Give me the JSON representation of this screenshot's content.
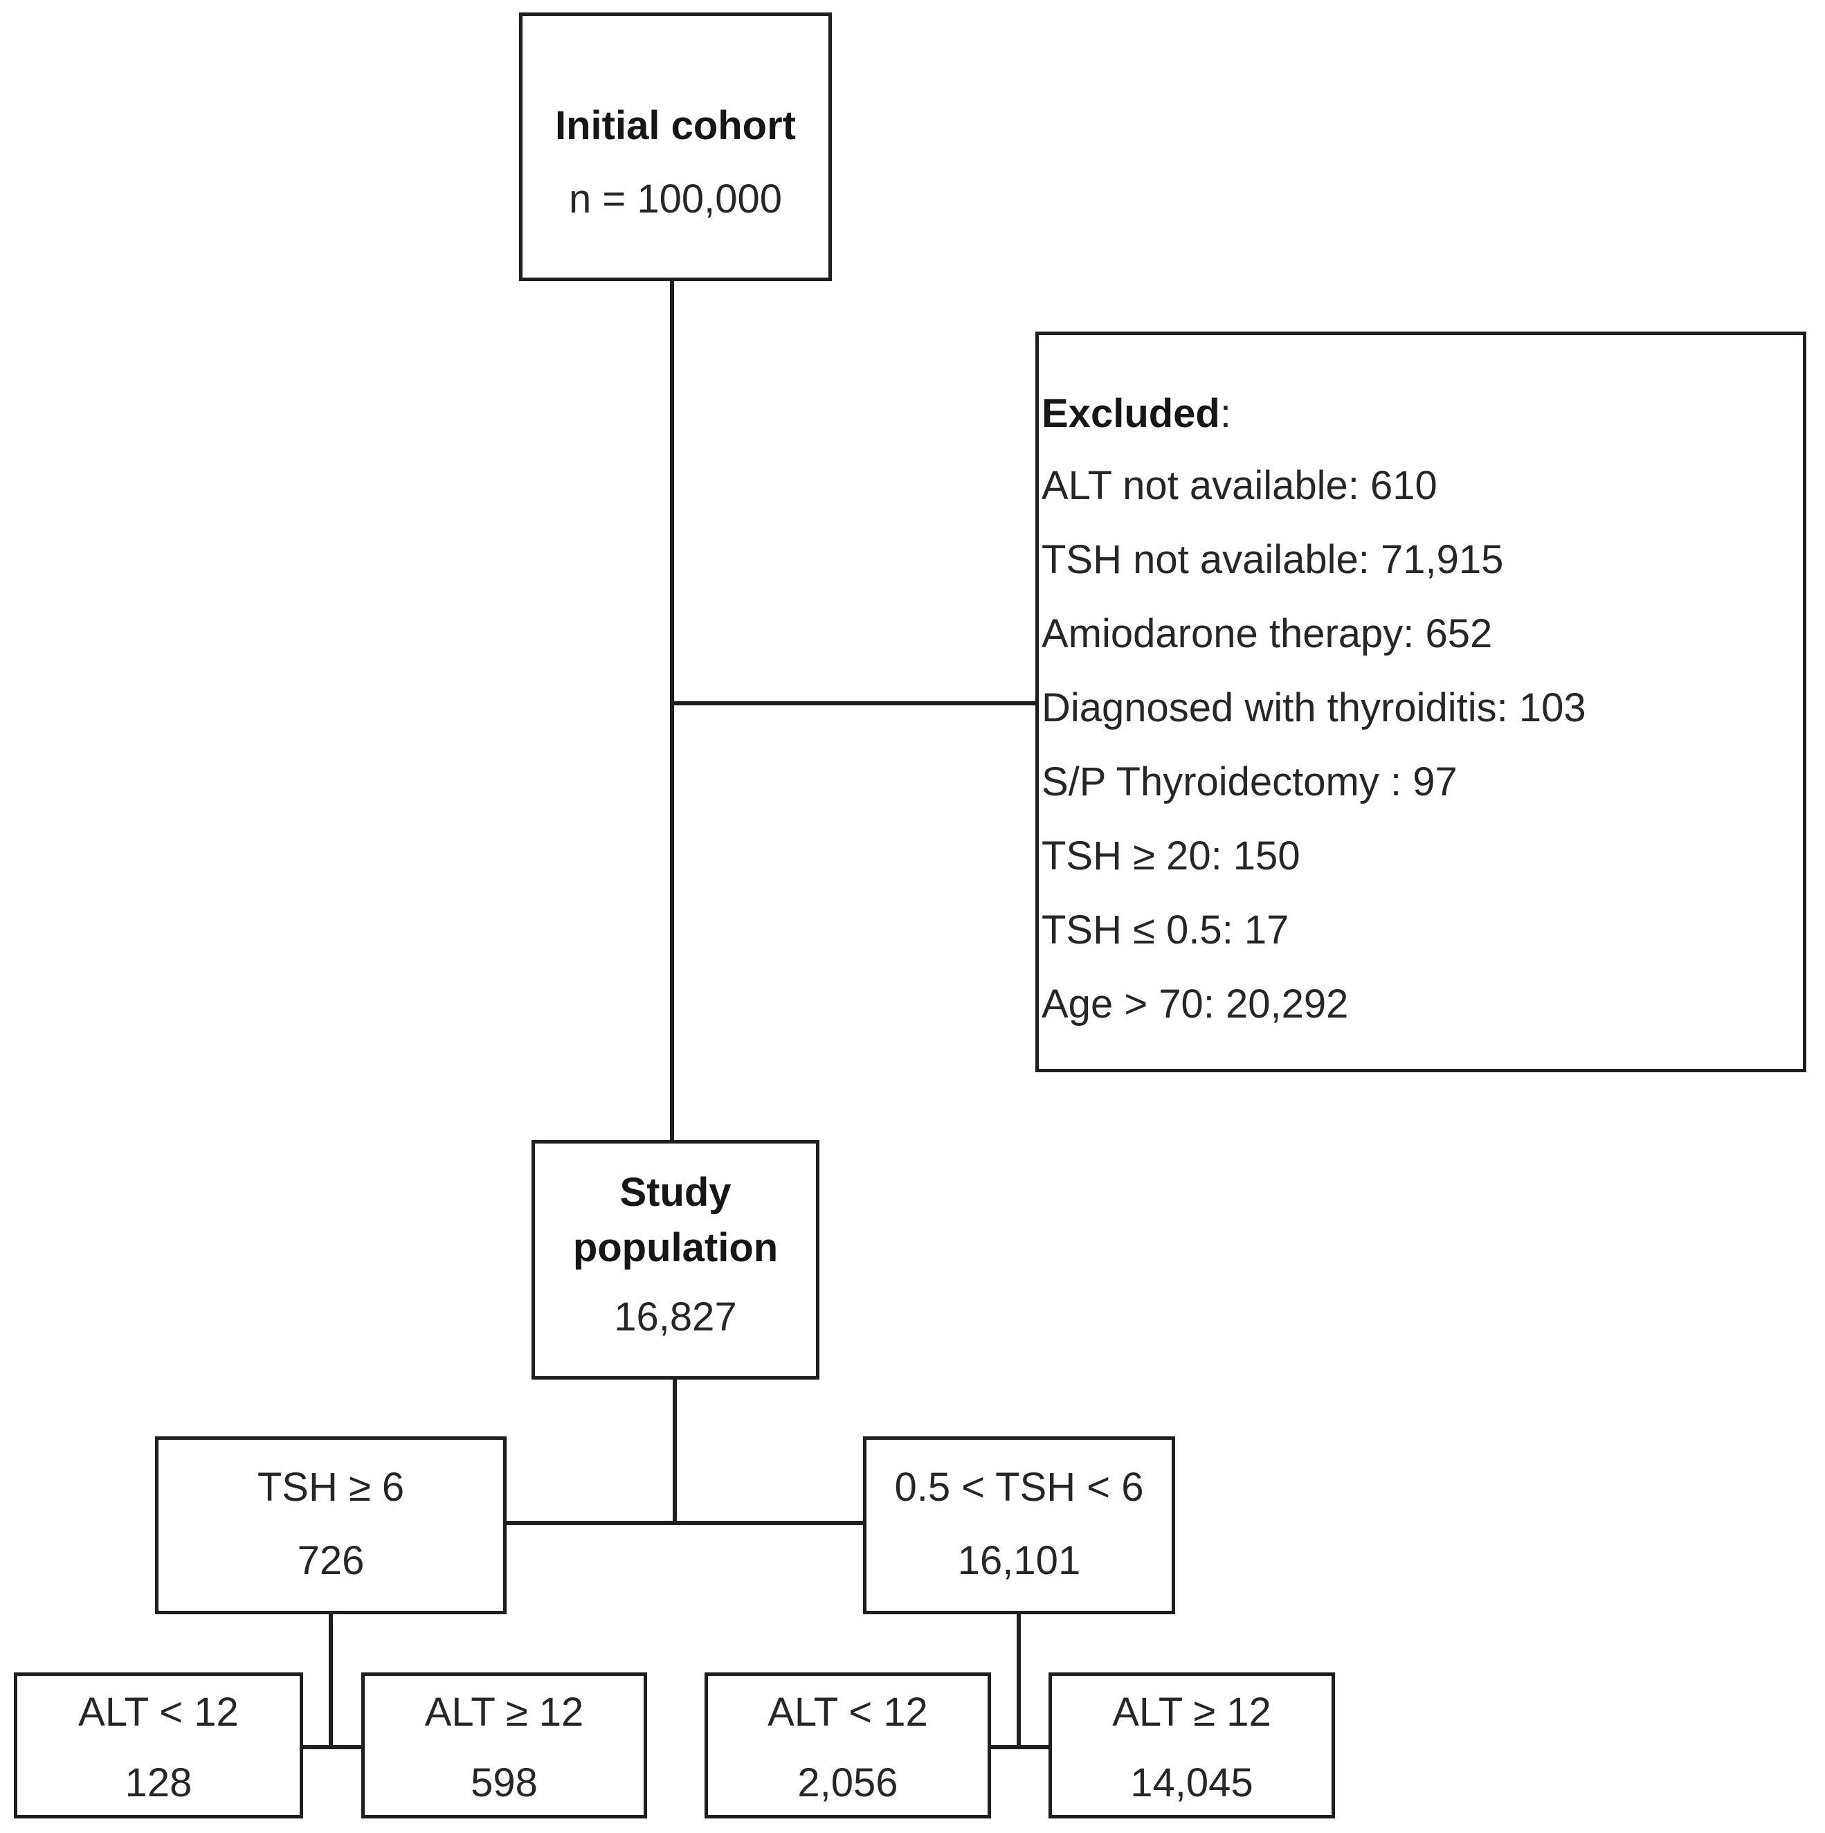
{
  "initial_cohort": {
    "title": "Initial cohort",
    "count": "n = 100,000"
  },
  "excluded": {
    "heading": "Excluded",
    "heading_suffix": ":",
    "items": [
      "ALT not available: 610",
      "TSH not available: 71,915",
      "Amiodarone therapy: 652",
      "Diagnosed with thyroiditis: 103",
      "S/P Thyroidectomy : 97",
      "TSH ≥ 20: 150",
      "TSH ≤ 0.5: 17",
      "Age > 70: 20,292"
    ]
  },
  "study_population": {
    "title_line1": "Study",
    "title_line2": "population",
    "count": "16,827"
  },
  "tsh_groups": {
    "high": {
      "label": "TSH ≥ 6",
      "count": "726"
    },
    "normal": {
      "label": "0.5 < TSH < 6",
      "count": "16,101"
    }
  },
  "alt_groups": {
    "high_tsh_low_alt": {
      "label": "ALT < 12",
      "count": "128"
    },
    "high_tsh_high_alt": {
      "label": "ALT ≥ 12",
      "count": "598"
    },
    "normal_tsh_low_alt": {
      "label": "ALT < 12",
      "count": "2,056"
    },
    "normal_tsh_high_alt": {
      "label": "ALT ≥ 12",
      "count": "14,045"
    }
  }
}
